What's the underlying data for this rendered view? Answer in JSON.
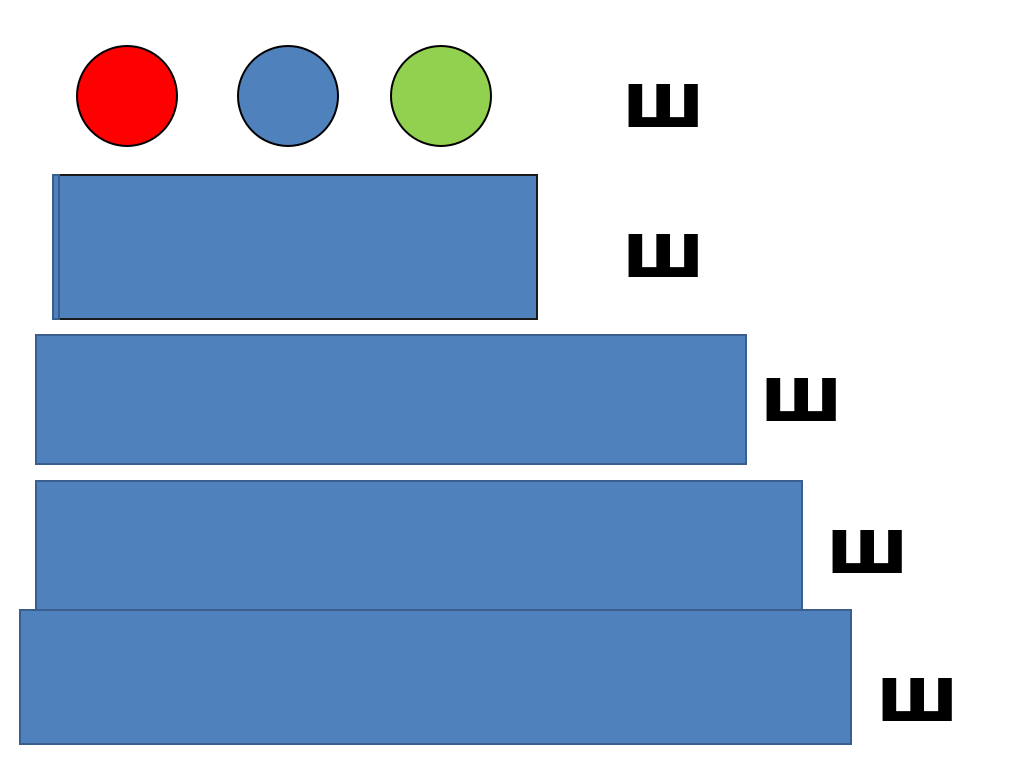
{
  "colors": {
    "circle_red": "#ff0000",
    "circle_blue": "#4f81bd",
    "circle_green": "#92d050",
    "bar_fill": "#4f81bd"
  },
  "circles": [
    {
      "name": "red-circle",
      "color": "#ff0000"
    },
    {
      "name": "blue-circle",
      "color": "#4f81bd"
    },
    {
      "name": "green-circle",
      "color": "#92d050"
    }
  ],
  "labels": [
    "ш",
    "ш",
    "ш",
    "ш",
    "ш"
  ]
}
